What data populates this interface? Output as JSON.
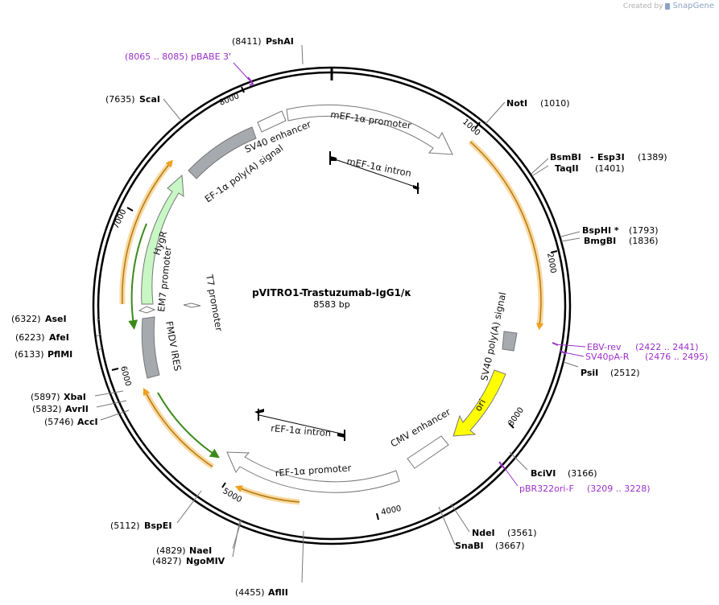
{
  "credit": {
    "created_by": "Created by",
    "brand": "SnapGene"
  },
  "plasmid": {
    "name": "pVITRO1-Trastuzumab-IgG1/κ",
    "length_label": "8583 bp",
    "length": 8583
  },
  "ticks": [
    {
      "pos": 1000,
      "label": "1000"
    },
    {
      "pos": 2000,
      "label": "2000"
    },
    {
      "pos": 3000,
      "label": "3000"
    },
    {
      "pos": 4000,
      "label": "4000"
    },
    {
      "pos": 5000,
      "label": "5000"
    },
    {
      "pos": 6000,
      "label": "6000"
    },
    {
      "pos": 7000,
      "label": "7000"
    },
    {
      "pos": 8000,
      "label": "8000"
    }
  ],
  "sites": [
    {
      "name": "PshAI",
      "pos": "(8411)",
      "bp": 8411
    },
    {
      "name": "NotI",
      "pos": "(1010)",
      "bp": 1010
    },
    {
      "name": "BsmBI",
      "name2": "Esp3I",
      "pos": "(1389)",
      "bp": 1389
    },
    {
      "name": "TaqII",
      "pos": "(1401)",
      "bp": 1401
    },
    {
      "name": "BspHI *",
      "pos": "(1793)",
      "bp": 1793
    },
    {
      "name": "BmgBI",
      "pos": "(1836)",
      "bp": 1836
    },
    {
      "name": "PsiI",
      "pos": "(2512)",
      "bp": 2512
    },
    {
      "name": "BciVI",
      "pos": "(3166)",
      "bp": 3166
    },
    {
      "name": "NdeI",
      "pos": "(3561)",
      "bp": 3561
    },
    {
      "name": "SnaBI",
      "pos": "(3667)",
      "bp": 3667
    },
    {
      "name": "AflII",
      "pos": "(4455)",
      "bp": 4455
    },
    {
      "name": "NaeI",
      "pos": "(4829)",
      "bp": 4829
    },
    {
      "name": "NgoMIV",
      "pos": "(4827)",
      "bp": 4827
    },
    {
      "name": "BspEI",
      "pos": "(5112)",
      "bp": 5112
    },
    {
      "name": "AccI",
      "pos": "(5746)",
      "bp": 5746
    },
    {
      "name": "AvrII",
      "pos": "(5832)",
      "bp": 5832
    },
    {
      "name": "XbaI",
      "pos": "(5897)",
      "bp": 5897
    },
    {
      "name": "PflMI",
      "pos": "(6133)",
      "bp": 6133
    },
    {
      "name": "AfeI",
      "pos": "(6223)",
      "bp": 6223
    },
    {
      "name": "AseI",
      "pos": "(6322)",
      "bp": 6322
    },
    {
      "name": "ScaI",
      "pos": "(7635)",
      "bp": 7635
    }
  ],
  "primers": [
    {
      "name": "pBABE 3'",
      "pos": "(8065 .. 8085)"
    },
    {
      "name": "EBV-rev",
      "pos": "(2422 .. 2441)"
    },
    {
      "name": "SV40pA-R",
      "pos": "(2476 .. 2495)"
    },
    {
      "name": "pBR322ori-F",
      "pos": "(3209 .. 3228)"
    }
  ],
  "features": [
    {
      "name": "mEF-1α promoter",
      "color": "#ffffff"
    },
    {
      "name": "mEF-1α intron",
      "color": "#000000"
    },
    {
      "name": "SV40 enhancer",
      "color": "#ffffff"
    },
    {
      "name": "EF-1α poly(A) signal",
      "color": "#a6aaae"
    },
    {
      "name": "HygR",
      "color": "#c8f7c5"
    },
    {
      "name": "EM7 promoter",
      "color": "#ffffff"
    },
    {
      "name": "T7 promoter",
      "color": "#ffffff"
    },
    {
      "name": "FMDV IRES",
      "color": "#a6aaae"
    },
    {
      "name": "SV40 poly(A) signal",
      "color": "#a6aaae"
    },
    {
      "name": "ori",
      "color": "#ffff00"
    },
    {
      "name": "CMV enhancer",
      "color": "#ffffff"
    },
    {
      "name": "rEF-1α intron",
      "color": "#000000"
    },
    {
      "name": "rEF-1α promoter",
      "color": "#ffffff"
    }
  ],
  "colors": {
    "orf_orange": "#f0a020",
    "orf_glow": "#f9d9a0",
    "orf_green": "#3a8a1a",
    "primer": "#9b30c8"
  }
}
